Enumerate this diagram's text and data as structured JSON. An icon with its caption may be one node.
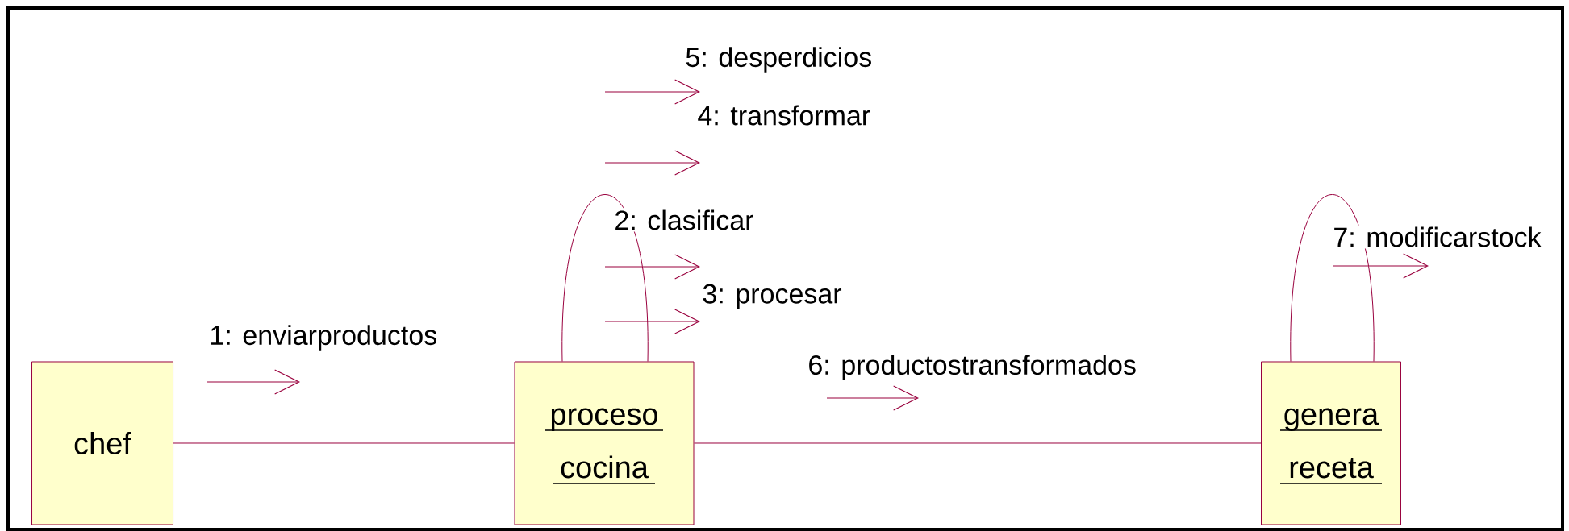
{
  "diagram": {
    "nodes": [
      {
        "text": [
          "chef"
        ]
      },
      {
        "text": [
          "proceso cocina"
        ]
      },
      {
        "text": [
          "genera receta"
        ]
      }
    ],
    "edges": [
      {
        "from": 0,
        "to": 1,
        "arrow": "none"
      },
      {
        "from": 1,
        "to": 2,
        "arrow": "none"
      },
      {
        "from": 1,
        "to": 1,
        "arrow": "none"
      },
      {
        "from": 2,
        "to": 2,
        "arrow": "none"
      }
    ],
    "labels": [
      "5: desperdicios",
      "4: transformar",
      "2: clasificar",
      "7: modificarstock",
      "3: procesar",
      "1: enviarproductos",
      "6: productostransformados"
    ]
  }
}
